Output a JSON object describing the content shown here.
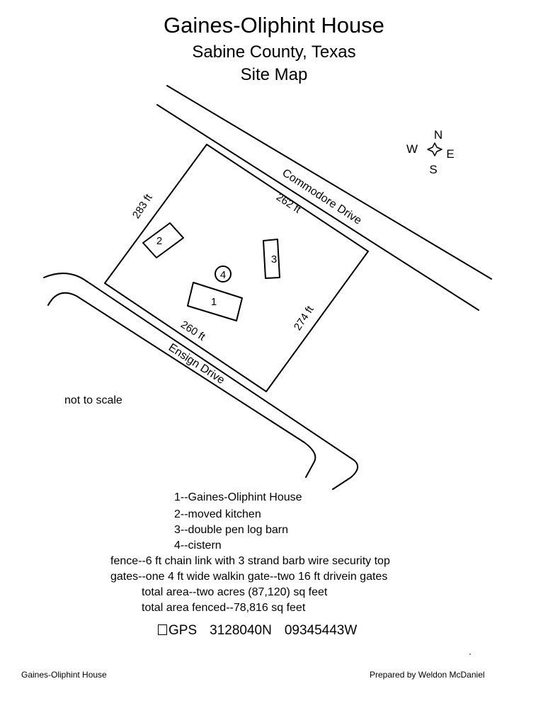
{
  "header": {
    "title": "Gaines-Oliphint House",
    "subtitle_county": "Sabine County, Texas",
    "subtitle_map": "Site Map"
  },
  "compass": {
    "n": "N",
    "s": "S",
    "e": "E",
    "w": "W"
  },
  "roads": {
    "commodore": "Commodore Drive",
    "ensign": "Ensign Drive"
  },
  "dimensions": {
    "top": "262 ft",
    "left": "283 ft",
    "bottom": "260 ft",
    "right": "274 ft"
  },
  "structures": {
    "s1": "1",
    "s2": "2",
    "s3": "3",
    "s4": "4"
  },
  "scale_note": "not to scale",
  "legend": [
    "1--Gaines-Oliphint House",
    "2--moved kitchen",
    "3--double pen log barn",
    "4--cistern",
    "fence--6 ft chain link with 3 strand barb wire security top",
    "gates--one 4 ft wide walkin gate--two 16 ft drivein gates",
    "total area--two acres (87,120) sq feet",
    "total area fenced--78,816 sq feet"
  ],
  "gps": {
    "label": "GPS",
    "north": "3128040N",
    "west": "09345443W"
  },
  "footer": {
    "left": "Gaines-Oliphint House",
    "right": "Prepared by Weldon McDaniel"
  }
}
